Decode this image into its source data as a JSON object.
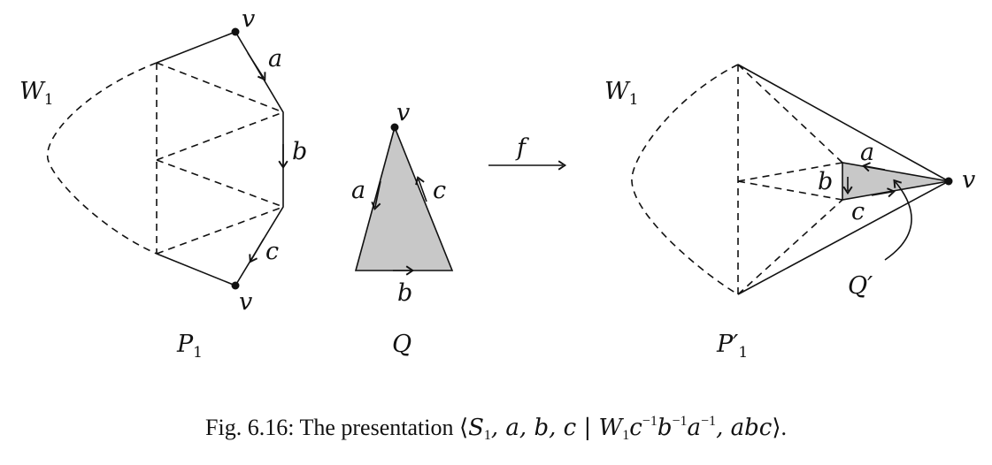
{
  "figure": {
    "left": {
      "label_W": "W",
      "label_W_sub": "1",
      "label_v_top": "v",
      "label_v_bottom": "v",
      "label_a": "a",
      "label_b": "b",
      "label_c": "c",
      "label_P": "P",
      "label_P_sub": "1"
    },
    "middle": {
      "label_v": "v",
      "label_a": "a",
      "label_b": "b",
      "label_c": "c",
      "label_Q": "Q",
      "fill_color": "#c8c8c8"
    },
    "map": {
      "label_f": "f"
    },
    "right": {
      "label_W": "W",
      "label_W_sub": "1",
      "label_v": "v",
      "label_a": "a",
      "label_b": "b",
      "label_c": "c",
      "label_Q": "Q′",
      "label_P": "P′",
      "label_P_sub": "1"
    }
  },
  "caption": {
    "prefix": "Fig. 6.16: The presentation ⟨",
    "S": "S",
    "S_sub": "1",
    "gens": ", a, b, c | ",
    "W": "W",
    "W_sub": "1",
    "c": "c",
    "c_exp": "−1",
    "b": "b",
    "b_exp": "−1",
    "a": "a",
    "a_exp": "−1",
    "rel2": ", abc",
    "suffix": "⟩."
  }
}
